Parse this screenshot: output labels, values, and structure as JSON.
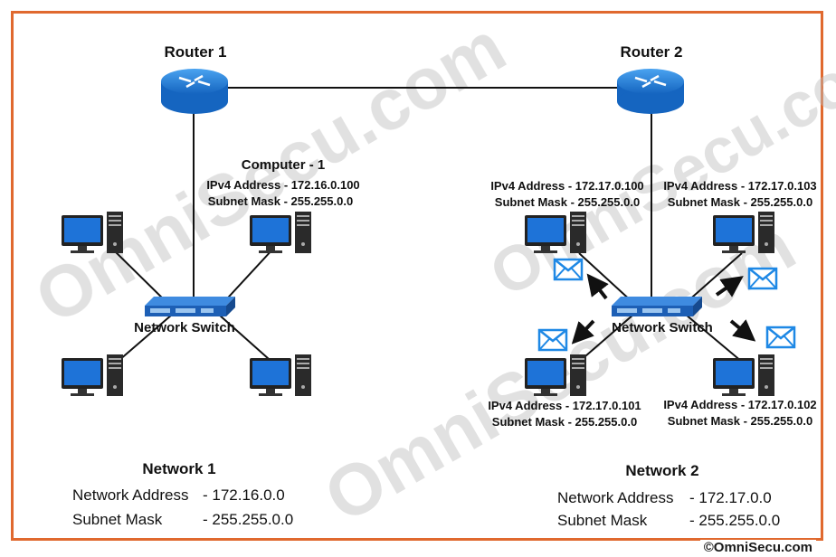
{
  "router1": {
    "label": "Router 1"
  },
  "router2": {
    "label": "Router 2"
  },
  "computer1": {
    "title": "Computer - 1",
    "ip": "IPv4 Address - 172.16.0.100",
    "mask": "Subnet Mask - 255.255.0.0"
  },
  "switch1": {
    "label": "Network Switch"
  },
  "switch2": {
    "label": "Network Switch"
  },
  "net2_hosts": [
    {
      "ip": "IPv4 Address - 172.17.0.100",
      "mask": "Subnet Mask  - 255.255.0.0"
    },
    {
      "ip": "IPv4 Address - 172.17.0.103",
      "mask": "Subnet Mask  - 255.255.0.0"
    },
    {
      "ip": "IPv4 Address - 172.17.0.101",
      "mask": "Subnet Mask - 255.255.0.0"
    },
    {
      "ip": "IPv4 Address - 172.17.0.102",
      "mask": "Subnet Mask - 255.255.0.0"
    }
  ],
  "network1": {
    "title": "Network 1",
    "addr_label": "Network Address",
    "addr_value": "- 172.16.0.0",
    "mask_label": "Subnet Mask",
    "mask_value": "- 255.255.0.0"
  },
  "network2": {
    "title": "Network 2",
    "addr_label": "Network Address",
    "addr_value": "- 172.17.0.0",
    "mask_label": "Subnet Mask",
    "mask_value": "- 255.255.0.0"
  },
  "watermark": "OmniSecu.com",
  "copyright": "©OmniSecu.com",
  "colors": {
    "frame": "#e0692f",
    "router": "#1f78d1",
    "pc_screen": "#1e73d8",
    "envelope": "#1e88e5",
    "watermark": "#c9c9c9",
    "watermark_accent": "#f0a080"
  }
}
